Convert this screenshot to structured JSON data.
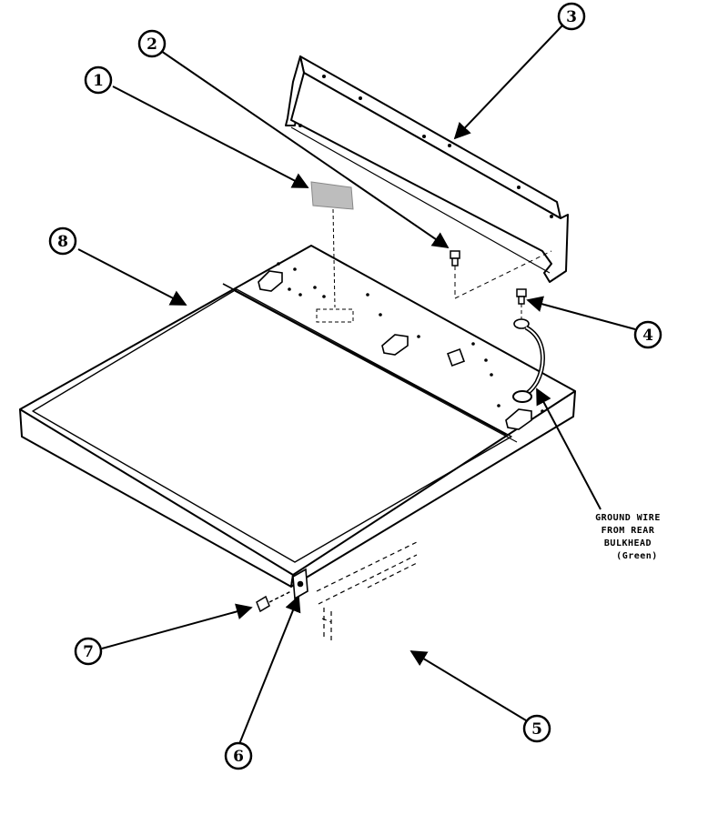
{
  "callouts": [
    "1",
    "2",
    "3",
    "4",
    "5",
    "6",
    "7",
    "8"
  ],
  "annotation": {
    "line1": "GROUND WIRE",
    "line2": "FROM REAR",
    "line3": "BULKHEAD",
    "line4": "(Green)"
  }
}
